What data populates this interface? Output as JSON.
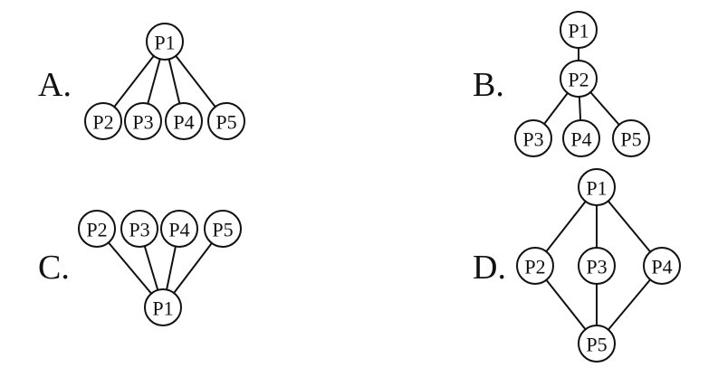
{
  "options": [
    {
      "letter": "A.",
      "nodes": [
        {
          "id": "a-p1",
          "label": "P1"
        },
        {
          "id": "a-p2",
          "label": "P2"
        },
        {
          "id": "a-p3",
          "label": "P3"
        },
        {
          "id": "a-p4",
          "label": "P4"
        },
        {
          "id": "a-p5",
          "label": "P5"
        }
      ],
      "edges": [
        [
          "a-p1",
          "a-p2"
        ],
        [
          "a-p1",
          "a-p3"
        ],
        [
          "a-p1",
          "a-p4"
        ],
        [
          "a-p1",
          "a-p5"
        ]
      ]
    },
    {
      "letter": "B.",
      "nodes": [
        {
          "id": "b-p1",
          "label": "P1"
        },
        {
          "id": "b-p2",
          "label": "P2"
        },
        {
          "id": "b-p3",
          "label": "P3"
        },
        {
          "id": "b-p4",
          "label": "P4"
        },
        {
          "id": "b-p5",
          "label": "P5"
        }
      ],
      "edges": [
        [
          "b-p1",
          "b-p2"
        ],
        [
          "b-p2",
          "b-p3"
        ],
        [
          "b-p2",
          "b-p4"
        ],
        [
          "b-p2",
          "b-p5"
        ]
      ]
    },
    {
      "letter": "C.",
      "nodes": [
        {
          "id": "c-p2",
          "label": "P2"
        },
        {
          "id": "c-p3",
          "label": "P3"
        },
        {
          "id": "c-p4",
          "label": "P4"
        },
        {
          "id": "c-p5",
          "label": "P5"
        },
        {
          "id": "c-p1",
          "label": "P1"
        }
      ],
      "edges": [
        [
          "c-p2",
          "c-p1"
        ],
        [
          "c-p3",
          "c-p1"
        ],
        [
          "c-p4",
          "c-p1"
        ],
        [
          "c-p5",
          "c-p1"
        ]
      ]
    },
    {
      "letter": "D.",
      "nodes": [
        {
          "id": "d-p1",
          "label": "P1"
        },
        {
          "id": "d-p2",
          "label": "P2"
        },
        {
          "id": "d-p3",
          "label": "P3"
        },
        {
          "id": "d-p4",
          "label": "P4"
        },
        {
          "id": "d-p5",
          "label": "P5"
        }
      ],
      "edges": [
        [
          "d-p1",
          "d-p2"
        ],
        [
          "d-p1",
          "d-p3"
        ],
        [
          "d-p1",
          "d-p4"
        ],
        [
          "d-p2",
          "d-p5"
        ],
        [
          "d-p3",
          "d-p5"
        ],
        [
          "d-p4",
          "d-p5"
        ]
      ]
    }
  ]
}
